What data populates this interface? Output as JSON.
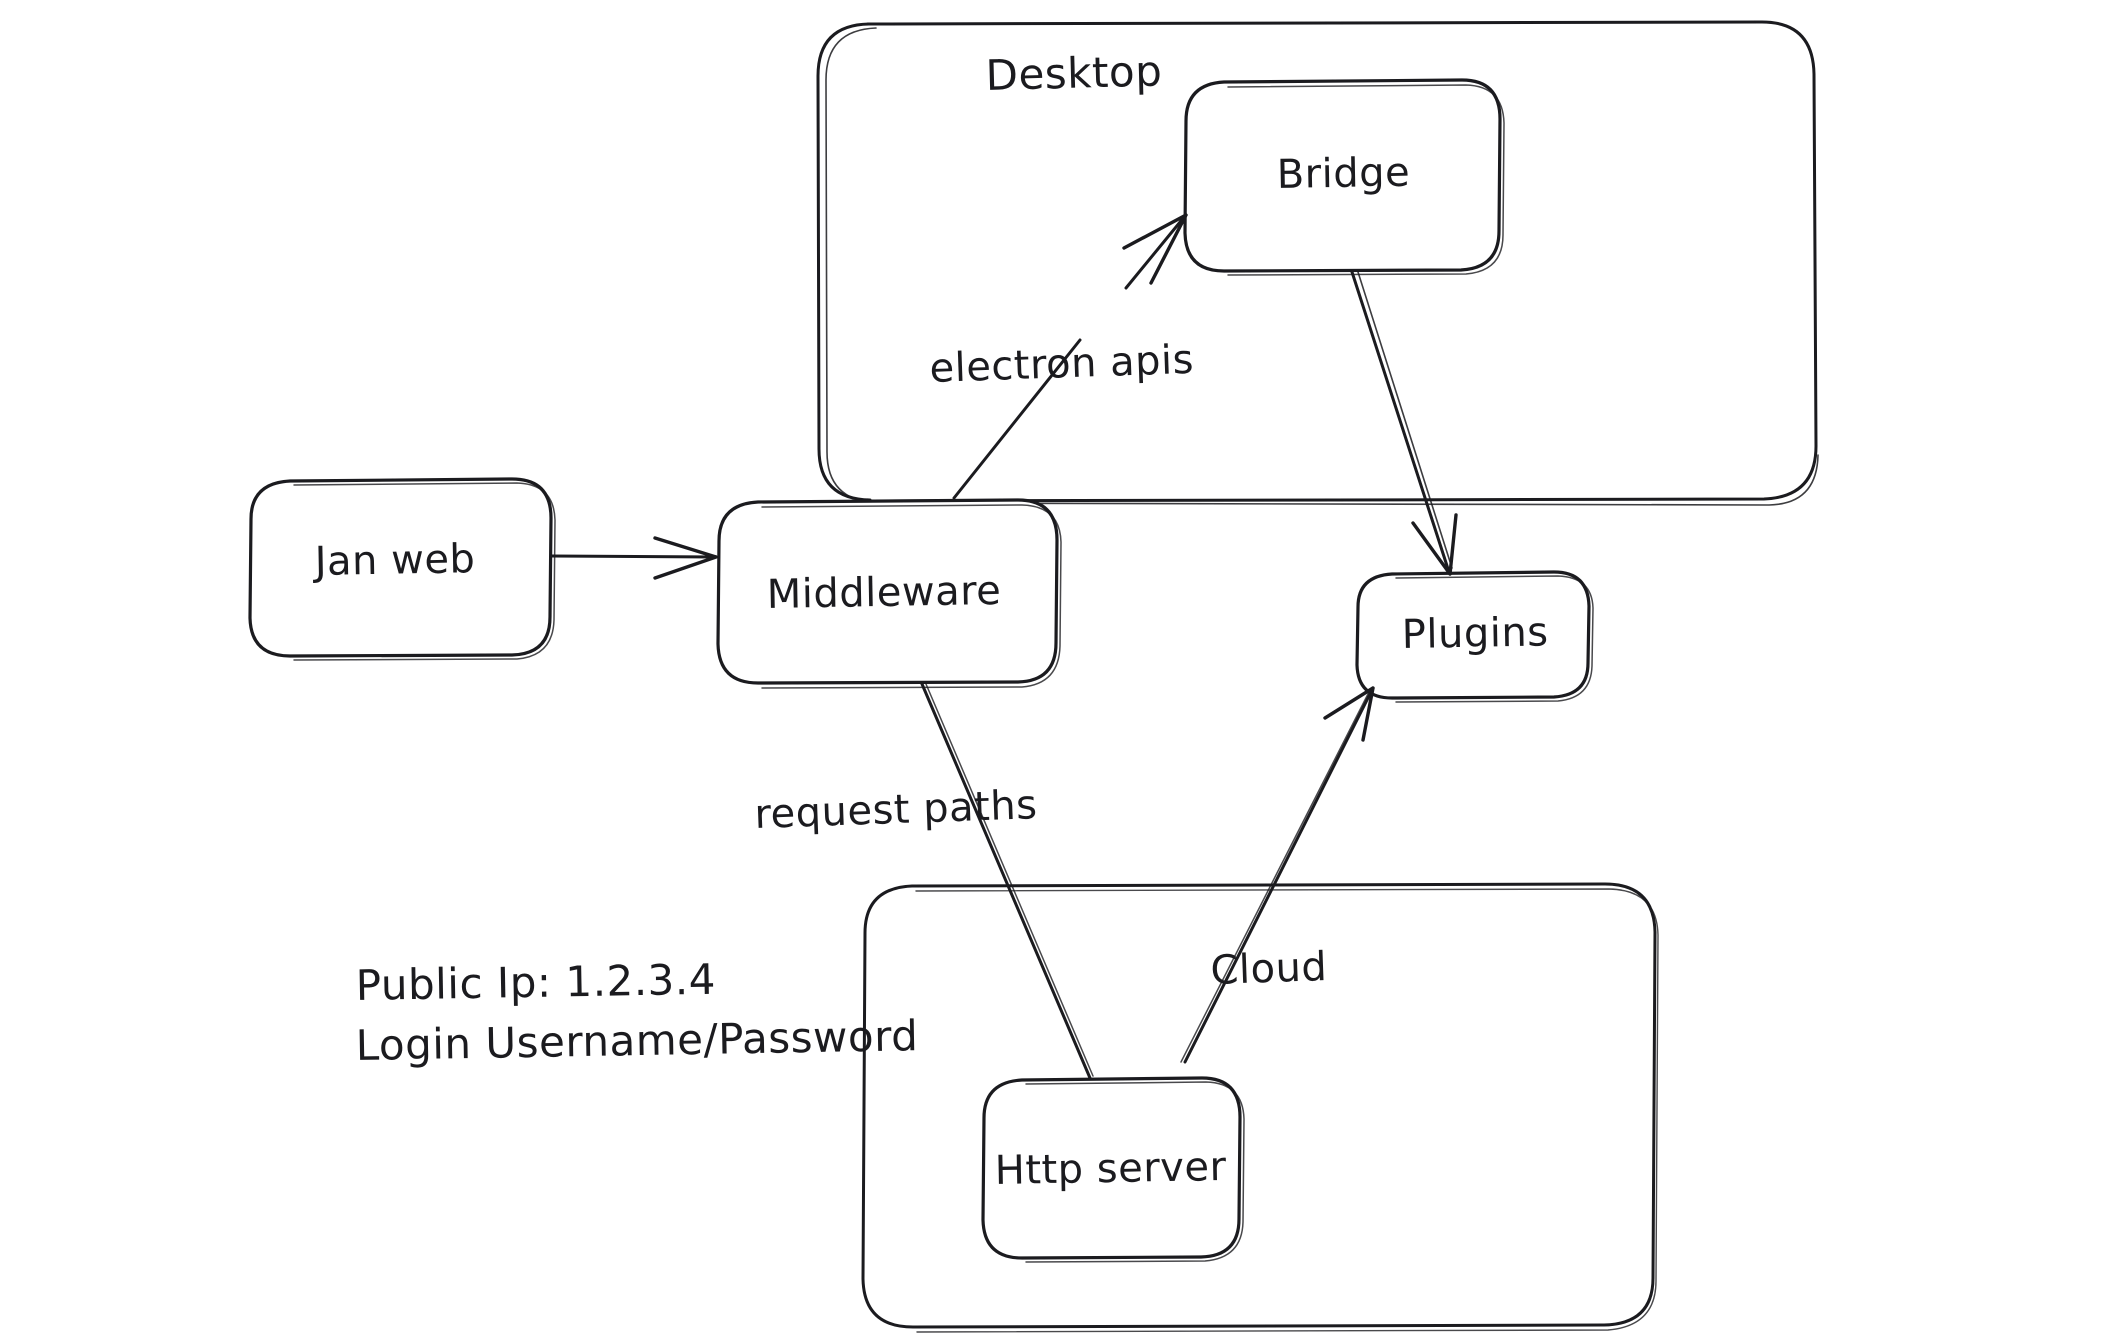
{
  "diagram": {
    "title": "Jan architecture sketch",
    "style": "hand-drawn",
    "background_color": "#ffffff",
    "stroke_color": "#1b1b1f",
    "groups": [
      {
        "id": "desktop",
        "label": "Desktop"
      },
      {
        "id": "cloud-container",
        "label": ""
      }
    ],
    "nodes": [
      {
        "id": "jan-web",
        "label": "Jan web"
      },
      {
        "id": "middleware",
        "label": "Middleware"
      },
      {
        "id": "bridge",
        "label": "Bridge"
      },
      {
        "id": "plugins",
        "label": "Plugins"
      },
      {
        "id": "http-server",
        "label": "Http server"
      }
    ],
    "edges": [
      {
        "id": "jan-web-to-middleware",
        "from": "Jan web",
        "to": "Middleware",
        "label": ""
      },
      {
        "id": "middleware-to-bridge",
        "from": "Middleware",
        "to": "Bridge",
        "label": "electron apis"
      },
      {
        "id": "bridge-to-plugins",
        "from": "Bridge",
        "to": "Plugins",
        "label": ""
      },
      {
        "id": "middleware-to-http-server",
        "from": "Middleware",
        "to": "Http server",
        "label": "request paths"
      },
      {
        "id": "http-server-to-plugins",
        "from": "Http server",
        "to": "Plugins",
        "label": "Cloud"
      }
    ],
    "notes": {
      "public_ip": "Public Ip: 1.2.3.4",
      "login": "Login Username/Password"
    }
  }
}
